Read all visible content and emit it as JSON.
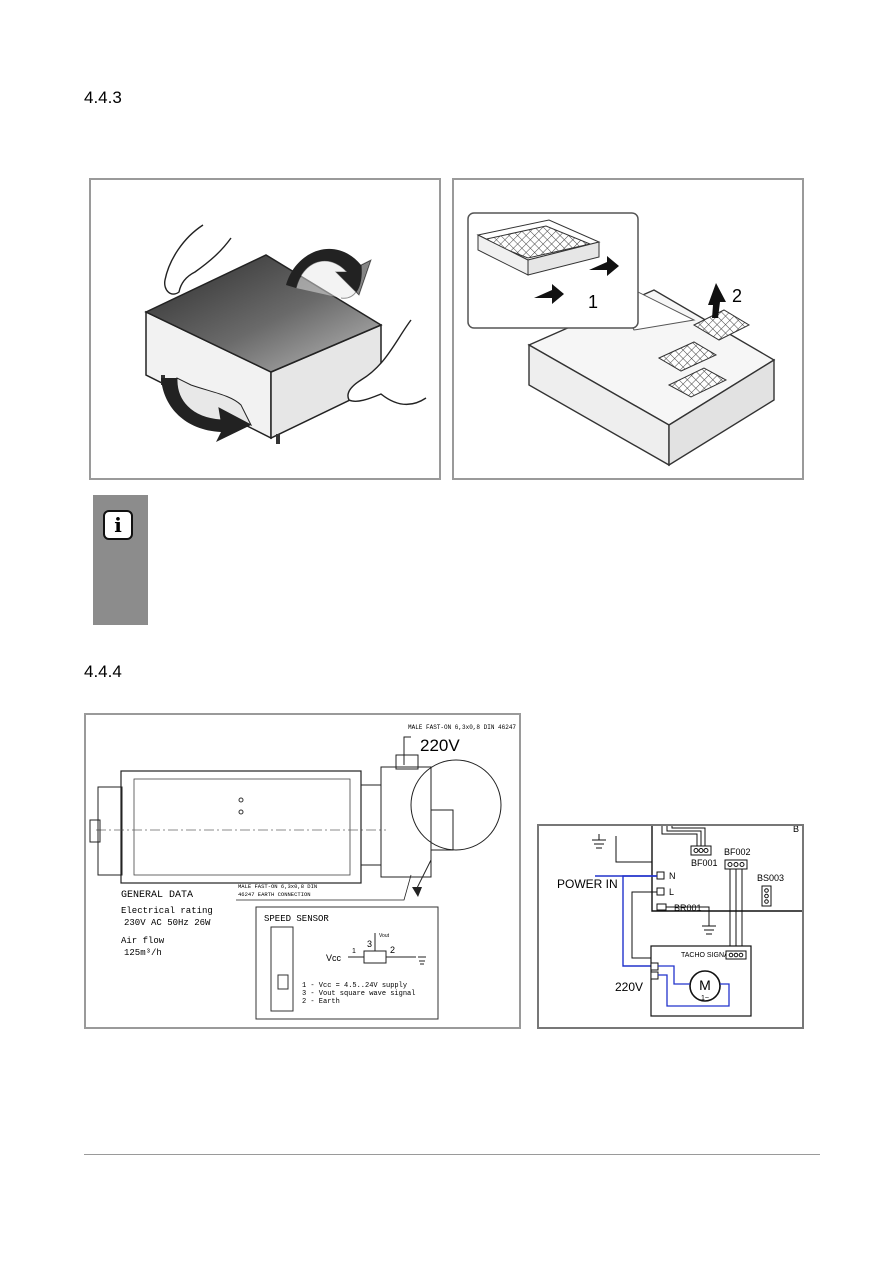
{
  "sections": [
    {
      "number": "4.4.3"
    },
    {
      "number": "4.4.4"
    }
  ],
  "figure_filter": {
    "callout_1": "1",
    "callout_2": "2"
  },
  "info_box": {
    "icon": "info-icon",
    "sidebar_color": "#8c8c8c"
  },
  "fan_drawing": {
    "voltage": "220V",
    "connector_top": "MALE FAST-ON 6,3x0,8 DIN 46247",
    "connector_bottom_line1": "MALE FAST-ON 6,3x0,8 DIN",
    "connector_bottom_line2": "46247  EARTH CONNECTION",
    "general_data_title": "GENERAL DATA",
    "rating_label": "Electrical rating",
    "rating_value": "230V AC 50Hz 26W",
    "airflow_label": "Air flow",
    "airflow_value": "125m³/h",
    "speed_sensor_title": "SPEED SENSOR",
    "sensor_vcc": "Vcc",
    "sensor_vout": "Vout",
    "sensor_pin1": "1",
    "sensor_pin2": "2",
    "sensor_pin3": "3",
    "sensor_note1": "1 - Vcc = 4.5..24V supply",
    "sensor_note2": "3 - Vout square wave signal",
    "sensor_note3": "2 - Earth"
  },
  "wiring": {
    "power_in": "POWER IN",
    "voltage": "220V",
    "n": "N",
    "l": "L",
    "bf001": "BF001",
    "bf002": "BF002",
    "bs003": "BS003",
    "br001": "BR001",
    "tacho": "TACHO SIGNAL",
    "motor": "M",
    "motor_phase": "1~",
    "corner": "B",
    "wire_color": "#2233cc"
  }
}
